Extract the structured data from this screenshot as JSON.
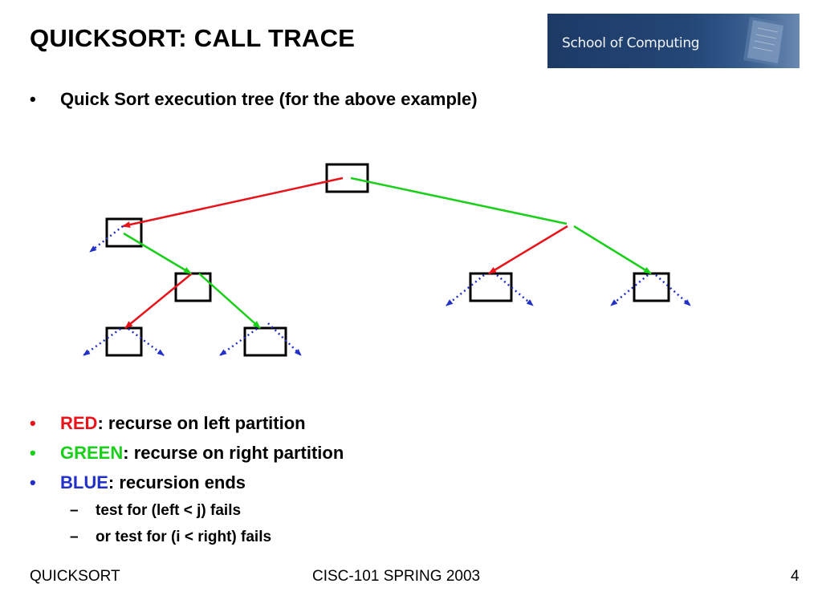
{
  "title": "QUICKSORT: CALL TRACE",
  "logo": {
    "text": "School of Computing"
  },
  "intro": {
    "bullet": "•",
    "text": "Quick Sort execution tree (for the above example)"
  },
  "legend": [
    {
      "bullet": "•",
      "key": "RED",
      "desc": ": recurse on left partition",
      "color": "#e8131a"
    },
    {
      "bullet": "•",
      "key": "GREEN",
      "desc": ": recurse on right partition",
      "color": "#19d019"
    },
    {
      "bullet": "•",
      "key": "BLUE",
      "desc": ": recursion ends",
      "color": "#2230c8"
    }
  ],
  "subitems": [
    {
      "dash": "–",
      "text": "test for (left < j) fails"
    },
    {
      "dash": "–",
      "text": "or test for (i < right) fails"
    }
  ],
  "footer": {
    "left": "QUICKSORT",
    "center": "CISC-101 SPRING 2003",
    "right": "4"
  },
  "colors": {
    "red": "#e8131a",
    "green": "#19d019",
    "blue": "#2230c8"
  }
}
